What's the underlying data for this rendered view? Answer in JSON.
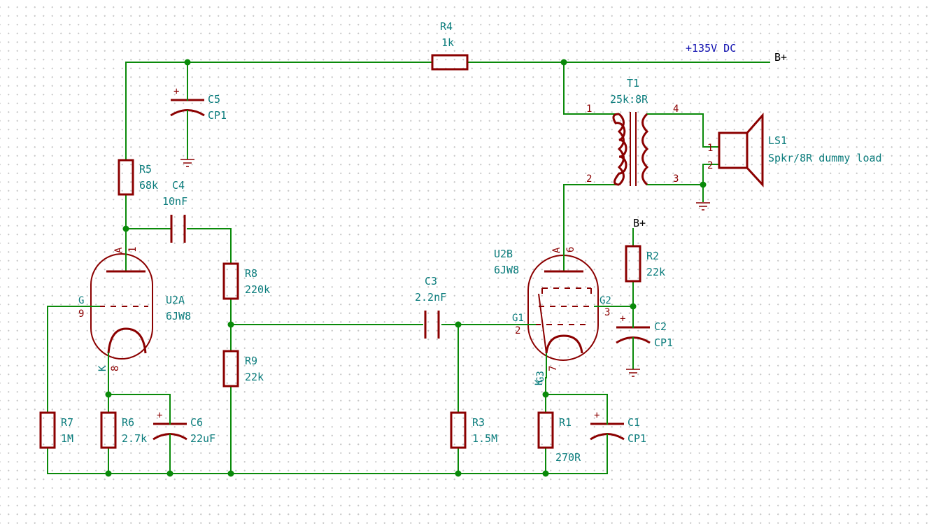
{
  "nets": {
    "bplus_main": "B+",
    "bplus_r2": "B+",
    "supply_note": "+135V DC"
  },
  "components": {
    "R4": {
      "ref": "R4",
      "value": "1k"
    },
    "C5": {
      "ref": "C5",
      "value": "CP1"
    },
    "R5": {
      "ref": "R5",
      "value": "68k"
    },
    "C4": {
      "ref": "C4",
      "value": "10nF"
    },
    "R8": {
      "ref": "R8",
      "value": "220k"
    },
    "R9": {
      "ref": "R9",
      "value": "22k"
    },
    "C3": {
      "ref": "C3",
      "value": "2.2nF"
    },
    "R3": {
      "ref": "R3",
      "value": "1.5M"
    },
    "R7": {
      "ref": "R7",
      "value": "1M"
    },
    "R6": {
      "ref": "R6",
      "value": "2.7k"
    },
    "C6": {
      "ref": "C6",
      "value": "22uF"
    },
    "R1": {
      "ref": "R1",
      "value": "270R"
    },
    "C1": {
      "ref": "C1",
      "value": "CP1"
    },
    "R2": {
      "ref": "R2",
      "value": "22k"
    },
    "C2": {
      "ref": "C2",
      "value": "CP1"
    },
    "T1": {
      "ref": "T1",
      "value": "25k:8R"
    },
    "LS1": {
      "ref": "LS1",
      "value": "Spkr/8R dummy load"
    },
    "U2A": {
      "ref": "U2A",
      "value": "6JW8"
    },
    "U2B": {
      "ref": "U2B",
      "value": "6JW8"
    }
  },
  "pins": {
    "U2A": {
      "anode_name": "A",
      "anode_num": "1",
      "grid_name": "G",
      "grid_num": "9",
      "cathode_name": "K",
      "cathode_num": "8"
    },
    "U2B": {
      "anode_name": "A",
      "anode_num": "6",
      "g1_name": "G1",
      "g1_num": "2",
      "g2_name": "G2",
      "g2_num": "3",
      "k_name": "K",
      "g3_name": "G3",
      "k_num": "7"
    },
    "T1": {
      "p1": "1",
      "p2": "2",
      "p3": "3",
      "p4": "4"
    },
    "LS1": {
      "p1": "1",
      "p2": "2"
    }
  },
  "pol": "+"
}
